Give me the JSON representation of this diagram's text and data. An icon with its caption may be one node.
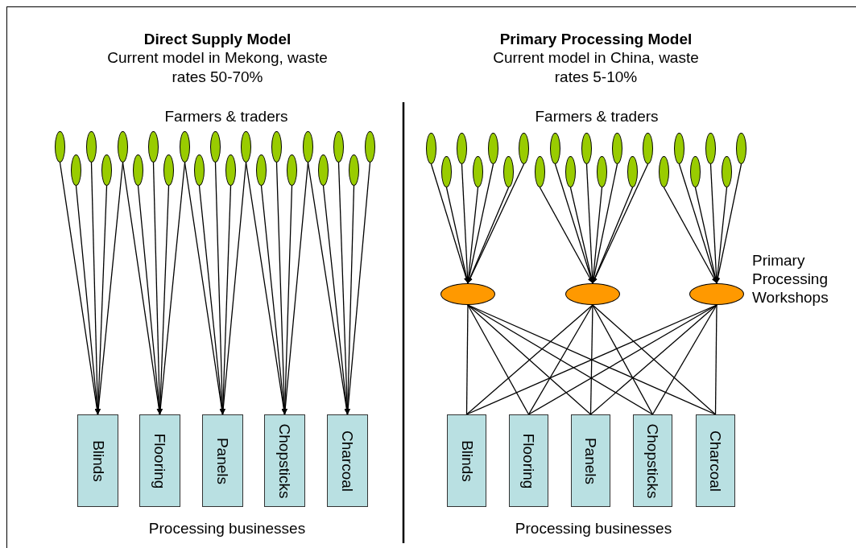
{
  "diagram": {
    "nodes": [
      {
        "text": [],
        "shape": "ellipse"
      },
      {
        "text": [],
        "shape": "ellipse"
      },
      {
        "text": [],
        "shape": "ellipse"
      },
      {
        "text": [],
        "shape": "ellipse"
      },
      {
        "text": [],
        "shape": "ellipse"
      },
      {
        "text": [],
        "shape": "ellipse"
      },
      {
        "text": [],
        "shape": "ellipse"
      },
      {
        "text": [],
        "shape": "ellipse"
      },
      {
        "text": [],
        "shape": "ellipse"
      },
      {
        "text": [],
        "shape": "ellipse"
      },
      {
        "text": [],
        "shape": "ellipse"
      },
      {
        "text": [],
        "shape": "ellipse"
      },
      {
        "text": [],
        "shape": "ellipse"
      },
      {
        "text": [],
        "shape": "ellipse"
      },
      {
        "text": [],
        "shape": "ellipse"
      },
      {
        "text": [],
        "shape": "ellipse"
      },
      {
        "text": [],
        "shape": "ellipse"
      },
      {
        "text": [],
        "shape": "ellipse"
      },
      {
        "text": [],
        "shape": "ellipse"
      },
      {
        "text": [],
        "shape": "ellipse"
      },
      {
        "text": [],
        "shape": "ellipse"
      },
      {
        "text": [
          "Blinds"
        ]
      },
      {
        "text": [
          "Flooring"
        ]
      },
      {
        "text": [
          "Panels"
        ]
      },
      {
        "text": [
          "Chopsticks"
        ]
      },
      {
        "text": [
          "Charcoal"
        ]
      },
      {
        "text": [],
        "shape": "ellipse"
      },
      {
        "text": [],
        "shape": "ellipse"
      },
      {
        "text": [],
        "shape": "ellipse"
      },
      {
        "text": [],
        "shape": "ellipse"
      },
      {
        "text": [],
        "shape": "ellipse"
      },
      {
        "text": [],
        "shape": "ellipse"
      },
      {
        "text": [],
        "shape": "ellipse"
      },
      {
        "text": [],
        "shape": "ellipse"
      },
      {
        "text": [],
        "shape": "ellipse"
      },
      {
        "text": [],
        "shape": "ellipse"
      },
      {
        "text": [],
        "shape": "ellipse"
      },
      {
        "text": [],
        "shape": "ellipse"
      },
      {
        "text": [],
        "shape": "ellipse"
      },
      {
        "text": [],
        "shape": "ellipse"
      },
      {
        "text": [],
        "shape": "ellipse"
      },
      {
        "text": [],
        "shape": "ellipse"
      },
      {
        "text": [],
        "shape": "ellipse"
      },
      {
        "text": [],
        "shape": "ellipse"
      },
      {
        "text": [],
        "shape": "ellipse"
      },
      {
        "text": [],
        "shape": "ellipse"
      },
      {
        "text": [],
        "shape": "ellipse"
      },
      {
        "text": [],
        "shape": "ellipse"
      },
      {
        "text": [],
        "shape": "ellipse"
      },
      {
        "text": [],
        "shape": "ellipse"
      },
      {
        "text": [
          "Blinds"
        ]
      },
      {
        "text": [
          "Flooring"
        ]
      },
      {
        "text": [
          "Panels"
        ]
      },
      {
        "text": [
          "Chopsticks"
        ]
      },
      {
        "text": [
          "Charcoal"
        ]
      }
    ],
    "edges": [
      {
        "from": 0,
        "to": 21,
        "arrow": "to"
      },
      {
        "from": 1,
        "to": 21,
        "arrow": "to"
      },
      {
        "from": 2,
        "to": 21,
        "arrow": "to"
      },
      {
        "from": 3,
        "to": 21,
        "arrow": "to"
      },
      {
        "from": 4,
        "to": 21,
        "arrow": "to"
      },
      {
        "from": 4,
        "to": 22,
        "arrow": "to"
      },
      {
        "from": 5,
        "to": 22,
        "arrow": "to"
      },
      {
        "from": 6,
        "to": 22,
        "arrow": "to"
      },
      {
        "from": 7,
        "to": 22,
        "arrow": "to"
      },
      {
        "from": 8,
        "to": 22,
        "arrow": "to"
      },
      {
        "from": 8,
        "to": 23,
        "arrow": "to"
      },
      {
        "from": 9,
        "to": 23,
        "arrow": "to"
      },
      {
        "from": 10,
        "to": 23,
        "arrow": "to"
      },
      {
        "from": 11,
        "to": 23,
        "arrow": "to"
      },
      {
        "from": 12,
        "to": 23,
        "arrow": "to"
      },
      {
        "from": 12,
        "to": 24,
        "arrow": "to"
      },
      {
        "from": 13,
        "to": 24,
        "arrow": "to"
      },
      {
        "from": 14,
        "to": 24,
        "arrow": "to"
      },
      {
        "from": 15,
        "to": 24,
        "arrow": "to"
      },
      {
        "from": 16,
        "to": 24,
        "arrow": "to"
      },
      {
        "from": 16,
        "to": 25,
        "arrow": "to"
      },
      {
        "from": 17,
        "to": 25,
        "arrow": "to"
      },
      {
        "from": 18,
        "to": 25,
        "arrow": "to"
      },
      {
        "from": 19,
        "to": 25,
        "arrow": "to"
      },
      {
        "from": 20,
        "to": 25,
        "arrow": "to"
      },
      {
        "from": 26,
        "to": 47,
        "arrow": "to"
      },
      {
        "from": 27,
        "to": 47,
        "arrow": "to"
      },
      {
        "from": 28,
        "to": 47,
        "arrow": "to"
      },
      {
        "from": 29,
        "to": 47,
        "arrow": "to"
      },
      {
        "from": 30,
        "to": 47,
        "arrow": "to"
      },
      {
        "from": 31,
        "to": 47,
        "arrow": "to"
      },
      {
        "from": 32,
        "to": 47,
        "arrow": "to"
      },
      {
        "from": 33,
        "to": 48,
        "arrow": "to"
      },
      {
        "from": 34,
        "to": 48,
        "arrow": "to"
      },
      {
        "from": 35,
        "to": 48,
        "arrow": "to"
      },
      {
        "from": 36,
        "to": 48,
        "arrow": "to"
      },
      {
        "from": 37,
        "to": 48,
        "arrow": "to"
      },
      {
        "from": 38,
        "to": 48,
        "arrow": "to"
      },
      {
        "from": 39,
        "to": 48,
        "arrow": "to"
      },
      {
        "from": 40,
        "to": 48,
        "arrow": "to"
      },
      {
        "from": 41,
        "to": 49,
        "arrow": "to"
      },
      {
        "from": 42,
        "to": 49,
        "arrow": "to"
      },
      {
        "from": 43,
        "to": 49,
        "arrow": "to"
      },
      {
        "from": 44,
        "to": 49,
        "arrow": "to"
      },
      {
        "from": 45,
        "to": 49,
        "arrow": "to"
      },
      {
        "from": 46,
        "to": 49,
        "arrow": "to"
      },
      {
        "from": 47,
        "to": 50,
        "arrow": "none"
      },
      {
        "from": 47,
        "to": 51,
        "arrow": "none"
      },
      {
        "from": 47,
        "to": 52,
        "arrow": "none"
      },
      {
        "from": 47,
        "to": 53,
        "arrow": "none"
      },
      {
        "from": 47,
        "to": 54,
        "arrow": "none"
      },
      {
        "from": 48,
        "to": 50,
        "arrow": "none"
      },
      {
        "from": 48,
        "to": 51,
        "arrow": "none"
      },
      {
        "from": 48,
        "to": 52,
        "arrow": "none"
      },
      {
        "from": 48,
        "to": 53,
        "arrow": "none"
      },
      {
        "from": 48,
        "to": 54,
        "arrow": "none"
      },
      {
        "from": 49,
        "to": 50,
        "arrow": "none"
      },
      {
        "from": 49,
        "to": 51,
        "arrow": "none"
      },
      {
        "from": 49,
        "to": 52,
        "arrow": "none"
      },
      {
        "from": 49,
        "to": 53,
        "arrow": "none"
      },
      {
        "from": 49,
        "to": 54,
        "arrow": "none"
      }
    ],
    "labels": [
      "Direct Supply Model",
      "Current model in Mekong, waste rates 50-70%",
      "Primary Processing Model",
      "Current model in China, waste rates 5-10%",
      "Farmers & traders",
      "Farmers & traders",
      "Primary Processing Workshops",
      "Processing businesses",
      "Processing businesses"
    ]
  }
}
